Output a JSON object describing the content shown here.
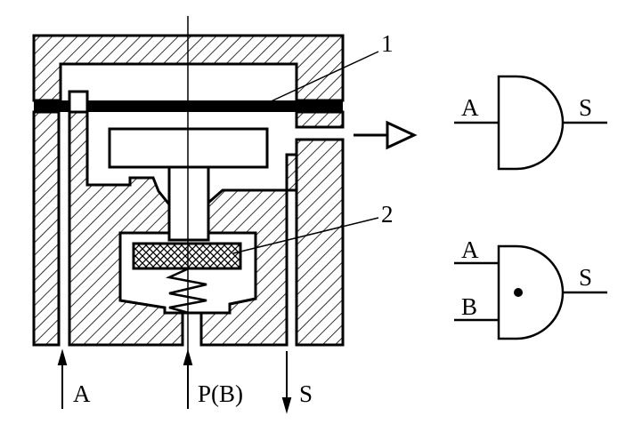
{
  "diagram": {
    "callouts": {
      "one": "1",
      "two": "2"
    },
    "ports": {
      "a": "A",
      "p_b": "P(B)",
      "s": "S"
    },
    "symbol_top": {
      "input_a": "A",
      "output_s": "S"
    },
    "symbol_bottom": {
      "input_a": "A",
      "input_b": "B",
      "output_s": "S"
    },
    "colors": {
      "stroke": "#000000",
      "background": "#ffffff"
    }
  }
}
